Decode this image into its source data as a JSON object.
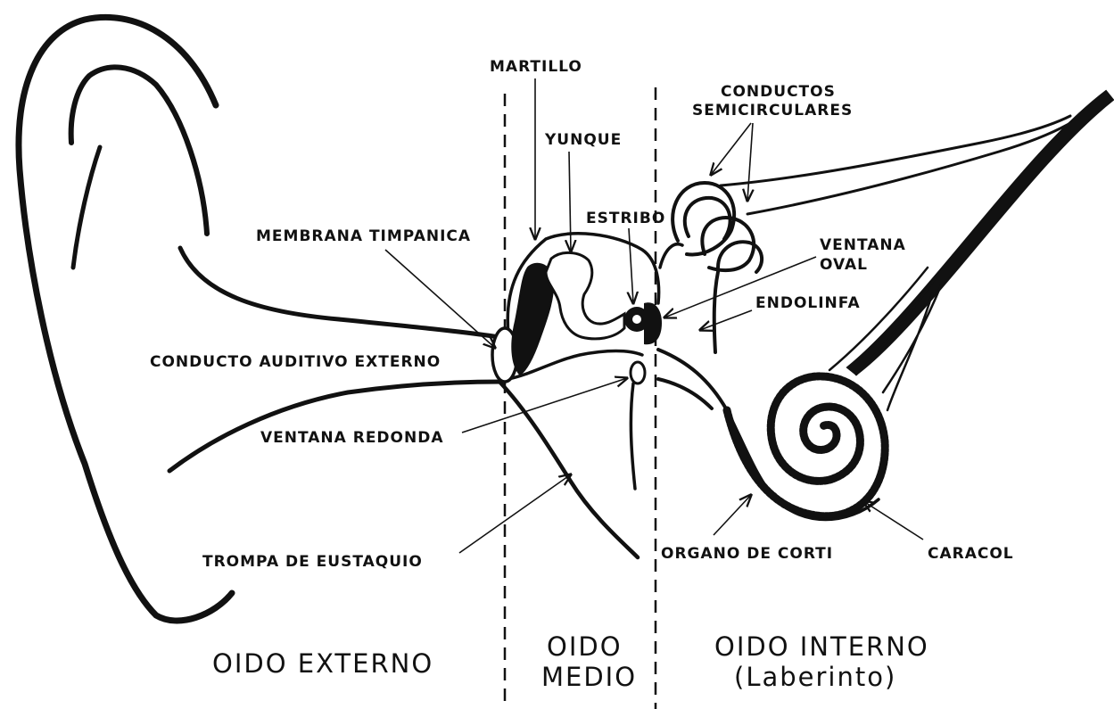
{
  "labels": {
    "martillo": "MARTILLO",
    "yunque": "YUNQUE",
    "estribo": "ESTRIBO",
    "conductos_1": "CONDUCTOS",
    "conductos_2": "SEMICIRCULARES",
    "membrana": "MEMBRANA TIMPANICA",
    "ventana_oval_1": "VENTANA",
    "ventana_oval_2": "OVAL",
    "endolinfa": "ENDOLINFA",
    "conducto_auditivo": "CONDUCTO AUDITIVO EXTERNO",
    "ventana_redonda": "VENTANA REDONDA",
    "trompa": "TROMPA DE EUSTAQUIO",
    "organo_corti": "ORGANO DE CORTI",
    "caracol": "CARACOL"
  },
  "sections": {
    "externo": "OIDO EXTERNO",
    "medio_1": "OIDO",
    "medio_2": "MEDIO",
    "interno_1": "OIDO INTERNO",
    "interno_2": "(Laberinto)"
  },
  "colors": {
    "ink": "#111111",
    "paper": "#ffffff"
  }
}
